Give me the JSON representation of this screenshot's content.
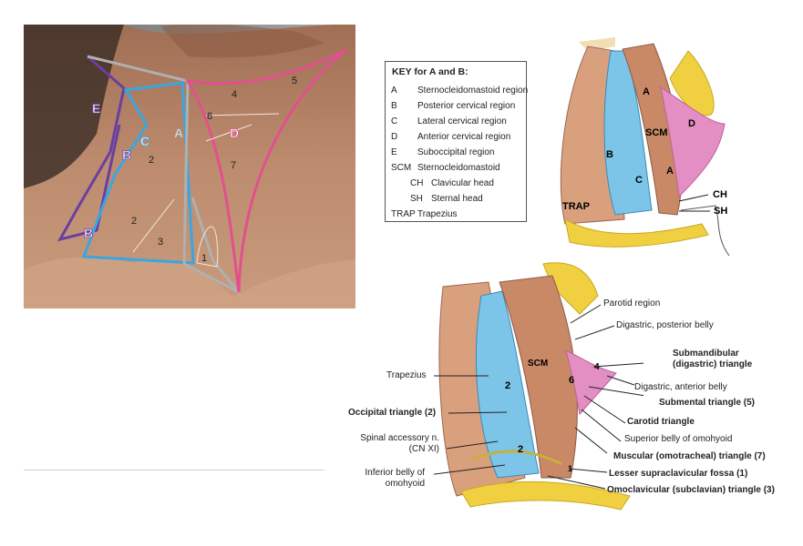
{
  "photo": {
    "region_letters": [
      "E",
      "B",
      "C",
      "A",
      "D",
      "B"
    ],
    "triangle_numbers": [
      "4",
      "5",
      "6",
      "2",
      "7",
      "2",
      "3",
      "1"
    ],
    "colors": {
      "posterior_outline": "#6a3fa0",
      "lateral_outline": "#3aa6e0",
      "sternocleidomastoid_outline": "#b0b0b0",
      "anterior_outline": "#e2508f",
      "skin": "#b07e62",
      "background": "#8a8a8a"
    }
  },
  "key": {
    "title": "KEY for A and B:",
    "entries": [
      {
        "abbr": "A",
        "text": "Sternocleidomastoid region"
      },
      {
        "abbr": "B",
        "text": "Posterior cervical region"
      },
      {
        "abbr": "C",
        "text": "Lateral cervical region"
      },
      {
        "abbr": "D",
        "text": "Anterior cervical region"
      },
      {
        "abbr": "E",
        "text": "Suboccipital region"
      },
      {
        "abbr": "SCM",
        "text": "Sternocleidomastoid"
      },
      {
        "abbr": "CH",
        "text": "Clavicular head",
        "indent": true
      },
      {
        "abbr": "SH",
        "text": "Sternal head",
        "indent": true
      },
      {
        "abbr": "TRAP",
        "text": "Trapezius"
      }
    ]
  },
  "top_figure": {
    "labels": {
      "a1": "A",
      "scm": "SCM",
      "d": "D",
      "b": "B",
      "c": "C",
      "a2": "A",
      "trap": "TRAP",
      "ch": "CH",
      "sh": "SH"
    },
    "colors": {
      "muscle": "#d9a07e",
      "lateral": "#7cc4e8",
      "anterior": "#e48fc3",
      "bone": "#f0d040"
    }
  },
  "bottom_figure": {
    "inner": {
      "scm": "SCM",
      "two_upper": "2",
      "two_lower": "2",
      "four": "4",
      "six": "6",
      "one": "1"
    },
    "callouts": {
      "parotid": "Parotid region",
      "digastric_posterior": "Digastric, posterior belly",
      "submandibular": "Submandibular\n(digastric) triangle",
      "digastric_anterior": "Digastric, anterior belly",
      "submental": "Submental triangle (5)",
      "carotid": "Carotid triangle",
      "superior_omohyoid": "Superior belly of omohyoid",
      "muscular": "Muscular (omotracheal) triangle (7)",
      "lesser_fossa": "Lesser supraclavicular fossa (1)",
      "omoclavicular": "Omoclavicular (subclavian) triangle (3)",
      "trapezius": "Trapezius",
      "occipital": "Occipital triangle (2)",
      "spinal": "Spinal accessory n.\n(CN XI)",
      "inferior_omohyoid": "Inferior belly of\nomohyoid"
    }
  }
}
